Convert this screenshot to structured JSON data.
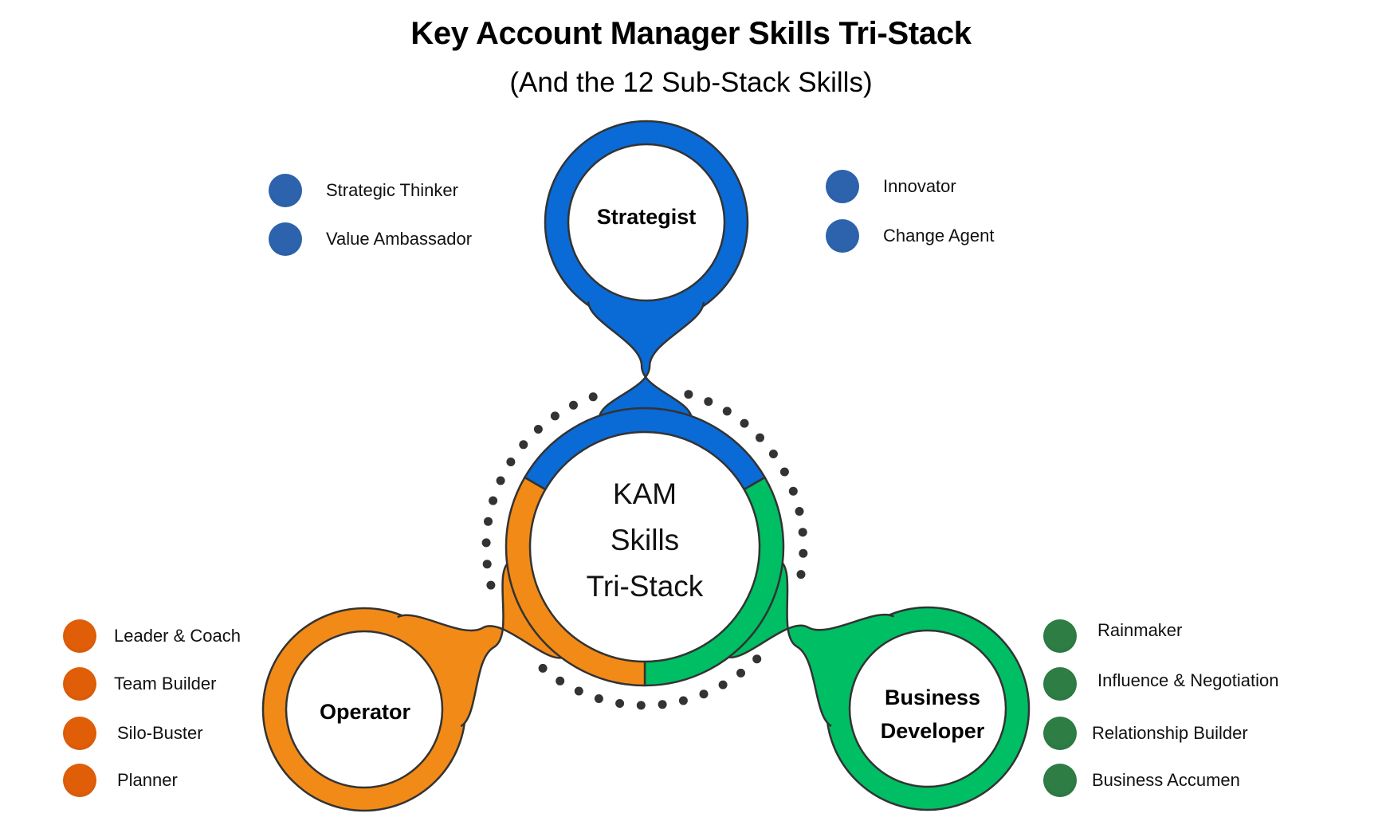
{
  "title": "Key Account Manager Skills Tri-Stack",
  "subtitle": "(And the 12 Sub-Stack Skills)",
  "center": {
    "lines": [
      "KAM",
      "Skills",
      "Tri-Stack"
    ]
  },
  "colors": {
    "strategist_ring": "#0a6ad6",
    "operator_ring": "#f28a17",
    "business_developer_ring": "#00be63",
    "strategist_bullet": "#2d63ad",
    "operator_bullet": "#e05e08",
    "business_developer_bullet": "#2e7d45",
    "outline": "#333333",
    "dots": "#333333"
  },
  "stacks": {
    "strategist": {
      "label": "Strategist",
      "skills_left": [
        "Strategic Thinker",
        "Value Ambassador"
      ],
      "skills_right": [
        "Innovator",
        "Change Agent"
      ]
    },
    "operator": {
      "label": "Operator",
      "skills": [
        "Leader & Coach",
        "Team Builder",
        "Silo-Buster",
        "Planner"
      ]
    },
    "business_developer": {
      "label_lines": [
        "Business",
        "Developer"
      ],
      "skills": [
        "Rainmaker",
        "Influence & Negotiation",
        "Relationship Builder",
        "Business Accumen"
      ]
    }
  }
}
